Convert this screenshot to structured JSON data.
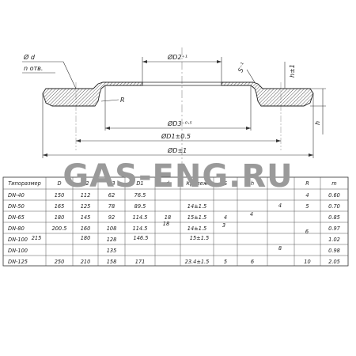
{
  "drawing": {
    "labels": {
      "hole_d": "Ø d",
      "holes_n": "n отв.",
      "d2": "ØD2⁺¹",
      "s": "S⁻¹",
      "h_tol": "h±1",
      "r": "R",
      "d3": "ØD3⁻⁰·⁵",
      "d1": "ØD1±0.5",
      "d": "ØD±1",
      "h": "h"
    }
  },
  "watermark": "GAS-ENG.RU",
  "table": {
    "headers": [
      "Типоразмер",
      "D",
      "D2",
      "D3",
      "D1",
      "d",
      "Крепеж",
      "S",
      "h",
      "R",
      "m"
    ],
    "rows": [
      [
        "DN-40",
        "150",
        "112",
        "62",
        "76.5",
        "",
        "",
        "",
        "",
        "4",
        "0.60"
      ],
      [
        "DN-50",
        "165",
        "125",
        "78",
        "89.5",
        "",
        "14±1.5",
        "",
        "",
        "5",
        "0.70"
      ],
      [
        "DN-65",
        "180",
        "145",
        "92",
        "114.5",
        "18",
        "15±1.5",
        "4",
        "",
        "",
        "0.85"
      ],
      [
        "DN-80",
        "200.5",
        "160",
        "108",
        "114.5",
        "",
        "14±1.5",
        "",
        "",
        "",
        "0.97"
      ],
      [
        "DN-100",
        "",
        "",
        "128",
        "",
        "",
        "",
        "",
        "",
        "",
        "1.02"
      ],
      [
        "DN-100",
        "",
        "",
        "135",
        "",
        "",
        "",
        "",
        "",
        "",
        "0.98"
      ],
      [
        "DN-125",
        "250",
        "210",
        "158",
        "171",
        "",
        "23.4±1.5",
        "5",
        "6",
        "10",
        "2.05"
      ]
    ],
    "merged": {
      "d_18": "18",
      "dn100_D": "215",
      "dn100_D2": "180",
      "dn100_D1": "146.5",
      "dn100_bolt": "15±1.5",
      "s_3": "3",
      "h_4": "4",
      "s_4": "4",
      "r_6": "6",
      "h_8": "8"
    }
  }
}
